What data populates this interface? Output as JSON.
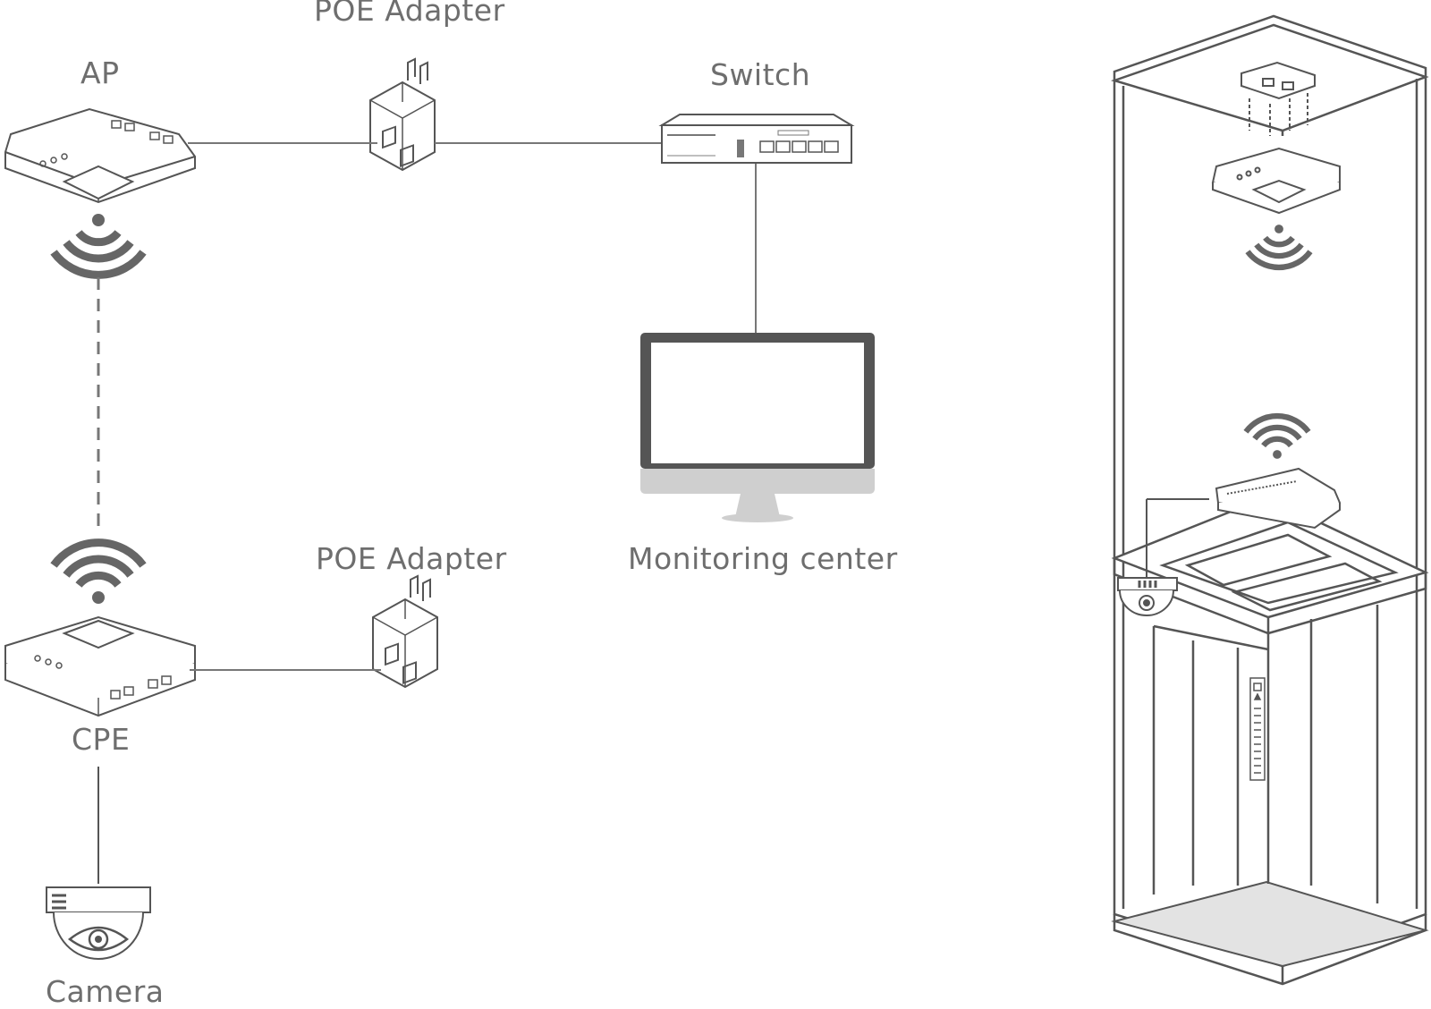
{
  "labels": {
    "ap": "AP",
    "poe_adapter_top": "POE Adapter",
    "switch": "Switch",
    "monitoring_center": "Monitoring center",
    "poe_adapter_bottom": "POE Adapter",
    "cpe": "CPE",
    "camera": "Camera"
  },
  "colors": {
    "stroke": "#555555",
    "text": "#6e6e6e",
    "wifi": "#666666",
    "floor": "#e3e3e3"
  }
}
